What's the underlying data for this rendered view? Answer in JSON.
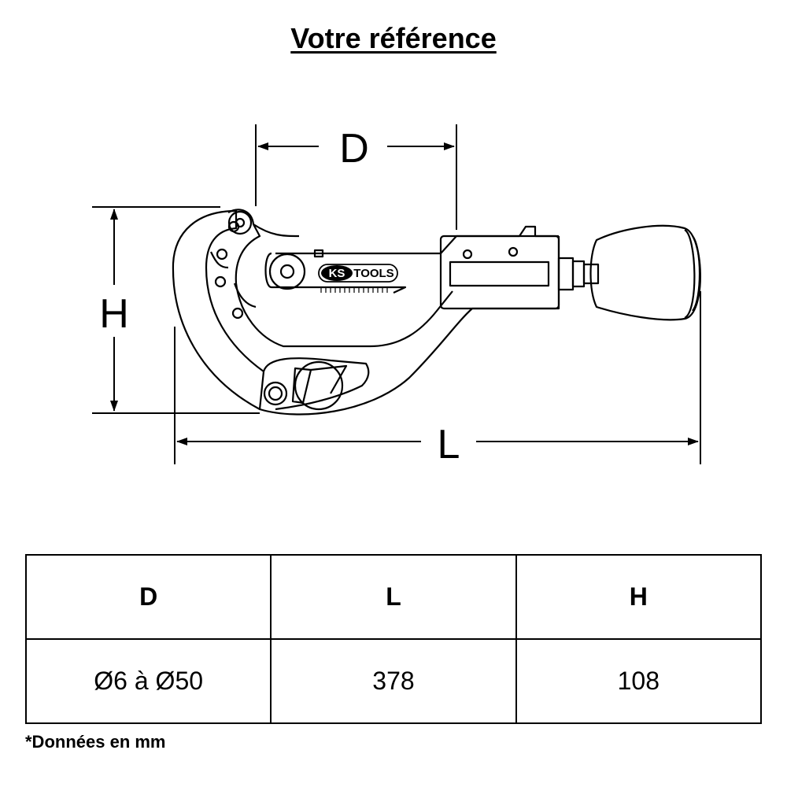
{
  "title": "Votre référence",
  "drawing": {
    "logo_left": "KS",
    "logo_right": "TOOLS",
    "dimension_labels": {
      "d": "D",
      "h": "H",
      "l": "L"
    }
  },
  "table": {
    "headers": [
      "D",
      "L",
      "H"
    ],
    "values": [
      "Ø6 à Ø50",
      "378",
      "108"
    ]
  },
  "footnote": "*Données en mm"
}
